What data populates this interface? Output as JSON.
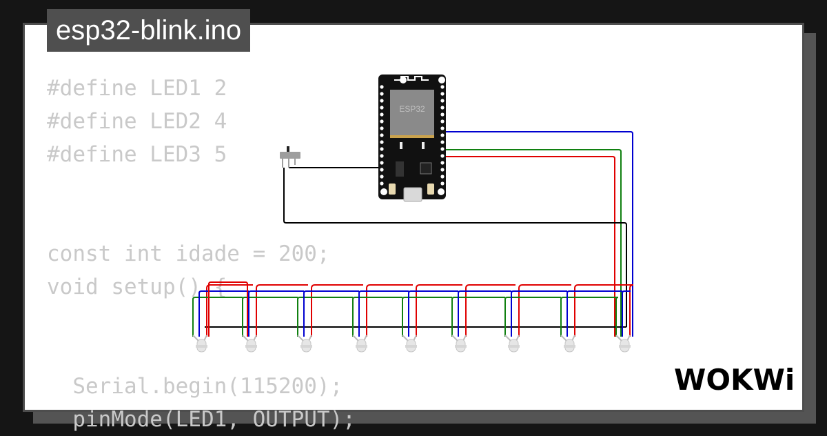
{
  "file": {
    "title": "esp32-blink.ino"
  },
  "code": {
    "text": "#define LED1 2\n#define LED2 4\n#define LED3 5\n\n\nconst int idade = 200;\nvoid setup() {\n\n\n  Serial.begin(115200);\n  pinMode(LED1, OUTPUT);"
  },
  "board": {
    "label": "ESP32"
  },
  "brand": {
    "logo_text": "WOKWi"
  },
  "circuit": {
    "led_count": 9,
    "wire_colors": {
      "red": "#e00000",
      "green": "#108010",
      "blue": "#0000d0",
      "black": "#000000"
    },
    "icons": [
      "esp32-board-icon",
      "slide-switch-icon",
      "led-icon"
    ]
  }
}
